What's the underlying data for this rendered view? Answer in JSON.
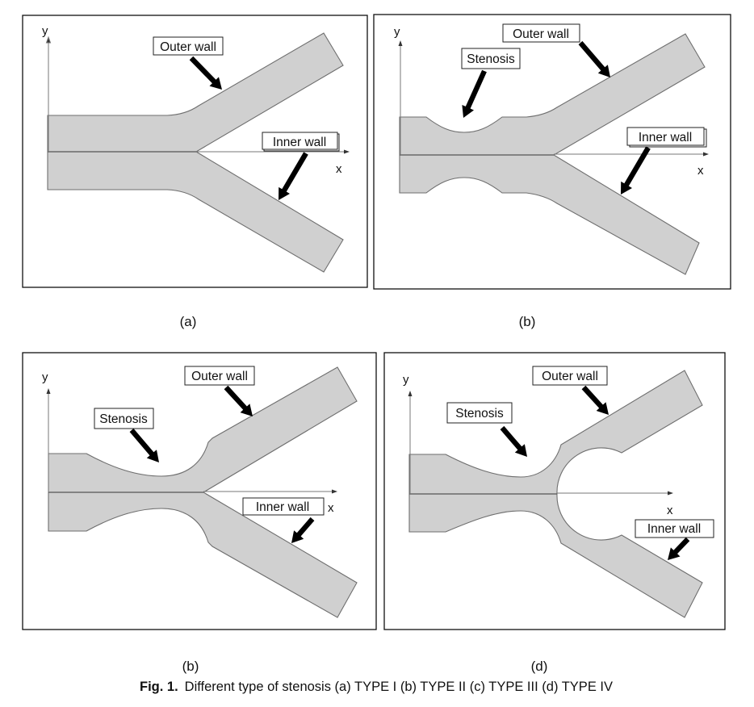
{
  "panels": [
    {
      "id": "a",
      "caption": "(a)",
      "labels": {
        "outer": "Outer wall",
        "inner": "Inner wall"
      },
      "axes": {
        "x": "x",
        "y": "y"
      }
    },
    {
      "id": "b",
      "caption": "(b)",
      "labels": {
        "outer": "Outer wall",
        "inner": "Inner wall",
        "stenosis": "Stenosis"
      },
      "axes": {
        "x": "x",
        "y": "y"
      }
    },
    {
      "id": "c",
      "caption": "(b)",
      "labels": {
        "outer": "Outer wall",
        "inner": "Inner wall",
        "stenosis": "Stenosis"
      },
      "axes": {
        "x": "x",
        "y": "y"
      }
    },
    {
      "id": "d",
      "caption": "(d)",
      "labels": {
        "outer": "Outer wall",
        "inner": "Inner wall",
        "stenosis": "Stenosis"
      },
      "axes": {
        "x": "x",
        "y": "y"
      }
    }
  ],
  "figure_caption": {
    "prefix": "Fig. 1.",
    "text": "Different type of stenosis (a) TYPE I (b) TYPE II (c) TYPE III (d) TYPE IV"
  },
  "colors": {
    "vessel_fill": "#d0d0d0",
    "vessel_stroke": "#6e6e6e",
    "arrow": "#000000"
  }
}
